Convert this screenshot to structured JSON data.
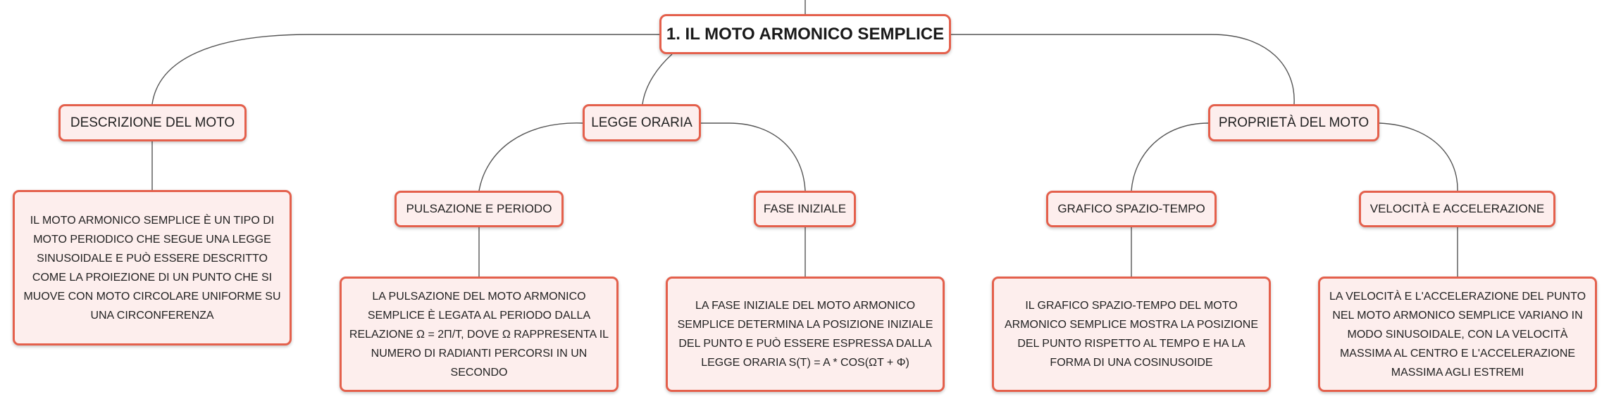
{
  "root": {
    "label": "1. IL MOTO ARMONICO SEMPLICE"
  },
  "topics": {
    "descrizione": {
      "label": "DESCRIZIONE DEL MOTO",
      "text": "IL MOTO ARMONICO SEMPLICE È UN TIPO DI MOTO PERIODICO CHE SEGUE UNA LEGGE SINUSOIDALE E PUÒ ESSERE DESCRITTO COME LA PROIEZIONE DI UN PUNTO CHE SI MUOVE CON MOTO CIRCOLARE UNIFORME SU UNA CIRCONFERENZA"
    },
    "legge": {
      "label": "LEGGE ORARIA",
      "pulsazione": {
        "label": "PULSAZIONE E PERIODO",
        "text": "LA PULSAZIONE DEL MOTO ARMONICO SEMPLICE È LEGATA AL PERIODO DALLA RELAZIONE Ω = 2Π/T, DOVE Ω RAPPRESENTA IL NUMERO DI RADIANTI PERCORSI IN UN SECONDO"
      },
      "fase": {
        "label": "FASE INIZIALE",
        "text": "LA FASE INIZIALE DEL MOTO ARMONICO SEMPLICE DETERMINA LA POSIZIONE INIZIALE DEL PUNTO E PUÒ ESSERE ESPRESSA DALLA LEGGE ORARIA S(T) = A * COS(ΩT + Φ)"
      }
    },
    "proprieta": {
      "label": "PROPRIETÀ DEL MOTO",
      "grafico": {
        "label": "GRAFICO SPAZIO-TEMPO",
        "text": "IL GRAFICO SPAZIO-TEMPO DEL MOTO ARMONICO SEMPLICE MOSTRA LA POSIZIONE DEL PUNTO RISPETTO AL TEMPO E HA LA FORMA DI UNA COSINUSOIDE"
      },
      "velocita": {
        "label": "VELOCITÀ E ACCELERAZIONE",
        "text": "LA VELOCITÀ E L'ACCELERAZIONE DEL PUNTO NEL MOTO ARMONICO SEMPLICE VARIANO IN MODO SINUSOIDALE, CON LA VELOCITÀ MASSIMA AL CENTRO E L'ACCELERAZIONE MASSIMA AGLI ESTREMI"
      }
    }
  },
  "colors": {
    "border": "#e4604c",
    "fill": "#fdeeed",
    "connector": "#555555"
  }
}
